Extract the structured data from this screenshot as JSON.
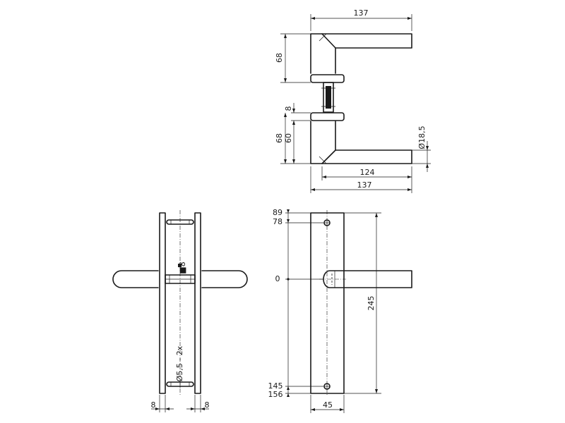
{
  "views": {
    "top_view": {
      "dim_overall_width_top": "137",
      "dim_height_top_handle": "68",
      "dim_rose_thickness": "8",
      "dim_height_bottom_handle_outer": "68",
      "dim_height_bottom_handle_inner": "60",
      "dim_diameter": "Ø18,5",
      "dim_lever_length": "124",
      "dim_overall_width_bottom": "137"
    },
    "side_view": {
      "dim_spindle": "■8",
      "dim_screw_holes": "Ø5,5 - 2x",
      "dim_plate_left": "8",
      "dim_plate_right": "8"
    },
    "front_view": {
      "dim_top_edge": "89",
      "dim_top_screw": "78",
      "dim_center": "0",
      "dim_bottom_screw": "145",
      "dim_bottom_edge": "156",
      "dim_plate_height": "245",
      "dim_plate_width": "45"
    }
  }
}
